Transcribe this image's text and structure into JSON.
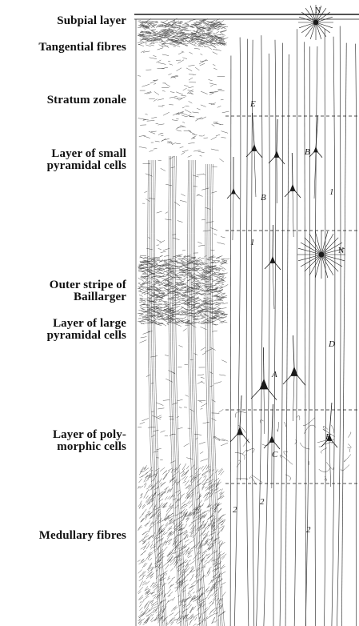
{
  "labels": {
    "subpial": "Subpial layer",
    "tangential": "Tangential fibres",
    "zonale": "Stratum zonale",
    "small_pyr_1": "Layer of small",
    "small_pyr_2": "pyramidal cells",
    "outer_stripe_1": "Outer stripe of",
    "outer_stripe_2": "Baillarger",
    "large_pyr_1": "Layer of large",
    "large_pyr_2": "pyramidal cells",
    "polymorphic_1": "Layer of poly-",
    "polymorphic_2": "morphic cells",
    "medullary": "Medullary fibres"
  },
  "markers": {
    "N_top": "N",
    "E_upper": "E",
    "B_upper": "B",
    "one_a": "1",
    "B_lower": "B",
    "one_b": "1",
    "N_star": "N",
    "D": "D",
    "A": "A",
    "E_lower": "E",
    "C": "C",
    "two_a": "2",
    "two_b": "2",
    "two_c": "2"
  },
  "colors": {
    "ink": "#1a1a1a",
    "paper": "#ffffff"
  }
}
